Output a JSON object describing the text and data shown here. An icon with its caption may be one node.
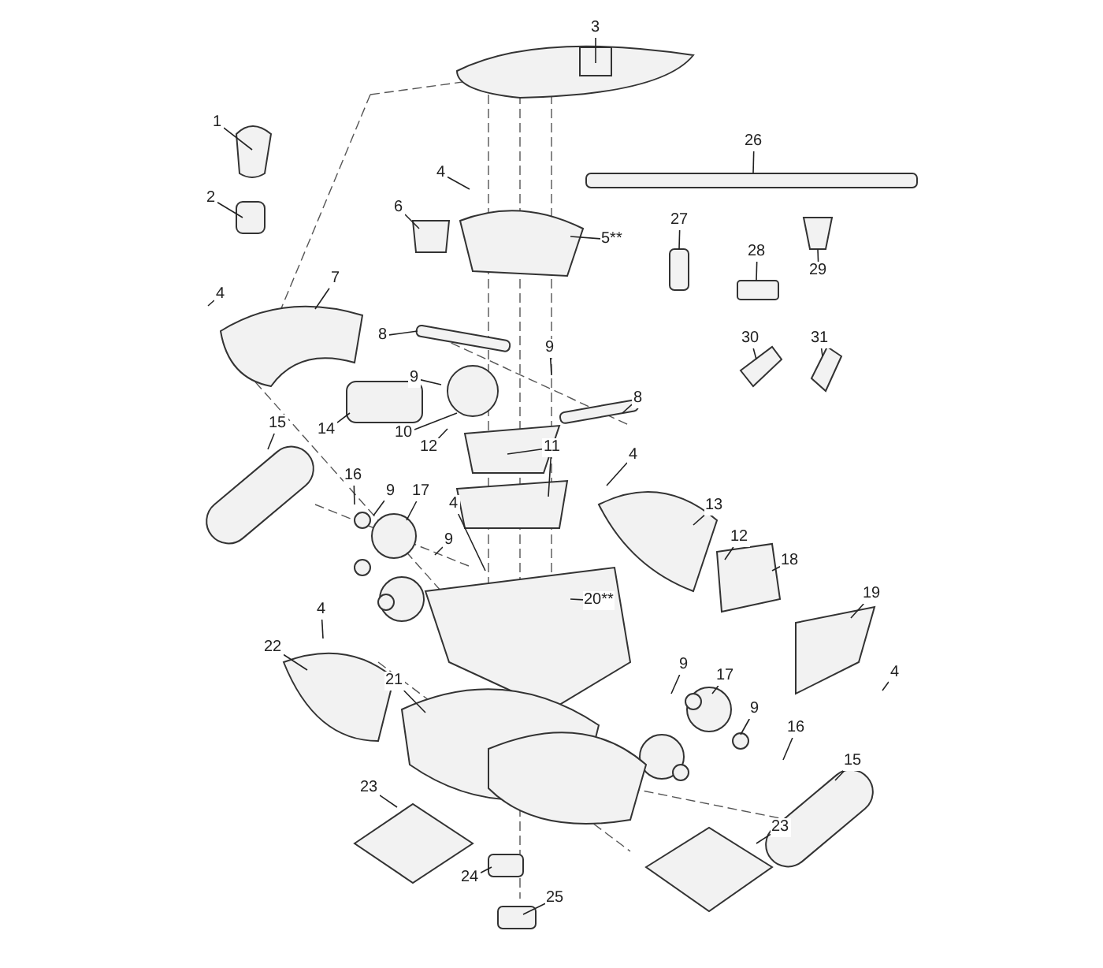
{
  "diagram": {
    "nodes": [
      {
        "text": [
          "1"
        ]
      },
      {
        "text": [
          "2"
        ]
      },
      {
        "text": [
          "3"
        ]
      },
      {
        "text": [
          "4"
        ]
      },
      {
        "text": [
          "4"
        ]
      },
      {
        "text": [
          "6"
        ]
      },
      {
        "text": [
          "5**"
        ]
      },
      {
        "text": [
          "26"
        ]
      },
      {
        "text": [
          "27"
        ]
      },
      {
        "text": [
          "28"
        ]
      },
      {
        "text": [
          "29"
        ]
      },
      {
        "text": [
          "7"
        ]
      },
      {
        "text": [
          "8"
        ]
      },
      {
        "text": [
          "9"
        ]
      },
      {
        "text": [
          "9"
        ]
      },
      {
        "text": [
          "8"
        ]
      },
      {
        "text": [
          "30"
        ]
      },
      {
        "text": [
          "31"
        ]
      },
      {
        "text": [
          "10"
        ]
      },
      {
        "text": [
          "14"
        ]
      },
      {
        "text": [
          "12"
        ]
      },
      {
        "text": [
          "15"
        ]
      },
      {
        "text": [
          "11"
        ]
      },
      {
        "text": [
          "4"
        ]
      },
      {
        "text": [
          "16"
        ]
      },
      {
        "text": [
          "9"
        ]
      },
      {
        "text": [
          "17"
        ]
      },
      {
        "text": [
          "13"
        ]
      },
      {
        "text": [
          "12"
        ]
      },
      {
        "text": [
          "4"
        ]
      },
      {
        "text": [
          "9"
        ]
      },
      {
        "text": [
          "18"
        ]
      },
      {
        "text": [
          "20**"
        ]
      },
      {
        "text": [
          "19"
        ]
      },
      {
        "text": [
          "4"
        ]
      },
      {
        "text": [
          "22"
        ]
      },
      {
        "text": [
          "9"
        ]
      },
      {
        "text": [
          "17"
        ]
      },
      {
        "text": [
          "21"
        ]
      },
      {
        "text": [
          "4"
        ]
      },
      {
        "text": [
          "9"
        ]
      },
      {
        "text": [
          "16"
        ]
      },
      {
        "text": [
          "15"
        ]
      },
      {
        "text": [
          "23"
        ]
      },
      {
        "text": [
          "23"
        ]
      },
      {
        "text": [
          "24"
        ]
      },
      {
        "text": [
          "25"
        ]
      }
    ],
    "edges": [
      {
        "from": 0,
        "to": null,
        "arrow": "none"
      },
      {
        "from": 1,
        "to": null,
        "arrow": "none"
      },
      {
        "from": 2,
        "to": null,
        "arrow": "none"
      },
      {
        "from": 3,
        "to": null,
        "arrow": "none"
      },
      {
        "from": 4,
        "to": null,
        "arrow": "none"
      },
      {
        "from": 5,
        "to": null,
        "arrow": "none"
      },
      {
        "from": 6,
        "to": null,
        "arrow": "none"
      },
      {
        "from": 7,
        "to": null,
        "arrow": "none"
      },
      {
        "from": 8,
        "to": null,
        "arrow": "none"
      },
      {
        "from": 9,
        "to": null,
        "arrow": "none"
      },
      {
        "from": 10,
        "to": null,
        "arrow": "none"
      },
      {
        "from": 11,
        "to": null,
        "arrow": "none"
      },
      {
        "from": 12,
        "to": null,
        "arrow": "none"
      },
      {
        "from": 13,
        "to": null,
        "arrow": "none"
      },
      {
        "from": 14,
        "to": null,
        "arrow": "none"
      },
      {
        "from": 15,
        "to": null,
        "arrow": "none"
      },
      {
        "from": 16,
        "to": null,
        "arrow": "none"
      },
      {
        "from": 17,
        "to": null,
        "arrow": "none"
      },
      {
        "from": 18,
        "to": null,
        "arrow": "none"
      },
      {
        "from": 19,
        "to": null,
        "arrow": "none"
      },
      {
        "from": 20,
        "to": null,
        "arrow": "none"
      },
      {
        "from": 21,
        "to": null,
        "arrow": "none"
      },
      {
        "from": 22,
        "to": null,
        "arrow": "none"
      },
      {
        "from": 22,
        "to": null,
        "arrow": "none"
      },
      {
        "from": 23,
        "to": null,
        "arrow": "none"
      },
      {
        "from": 24,
        "to": null,
        "arrow": "none"
      },
      {
        "from": 25,
        "to": null,
        "arrow": "none"
      },
      {
        "from": 26,
        "to": null,
        "arrow": "none"
      },
      {
        "from": 27,
        "to": null,
        "arrow": "none"
      },
      {
        "from": 28,
        "to": null,
        "arrow": "none"
      },
      {
        "from": 29,
        "to": null,
        "arrow": "none"
      },
      {
        "from": 30,
        "to": null,
        "arrow": "none"
      },
      {
        "from": 31,
        "to": null,
        "arrow": "none"
      },
      {
        "from": 32,
        "to": null,
        "arrow": "none"
      },
      {
        "from": 33,
        "to": null,
        "arrow": "none"
      },
      {
        "from": 34,
        "to": null,
        "arrow": "none"
      },
      {
        "from": 35,
        "to": null,
        "arrow": "none"
      },
      {
        "from": 36,
        "to": null,
        "arrow": "none"
      },
      {
        "from": 37,
        "to": null,
        "arrow": "none"
      },
      {
        "from": 38,
        "to": null,
        "arrow": "none"
      },
      {
        "from": 39,
        "to": null,
        "arrow": "none"
      },
      {
        "from": 40,
        "to": null,
        "arrow": "none"
      },
      {
        "from": 41,
        "to": null,
        "arrow": "none"
      },
      {
        "from": 42,
        "to": null,
        "arrow": "none"
      },
      {
        "from": 43,
        "to": null,
        "arrow": "none"
      },
      {
        "from": 44,
        "to": null,
        "arrow": "none"
      },
      {
        "from": 45,
        "to": null,
        "arrow": "none"
      },
      {
        "from": 46,
        "to": null,
        "arrow": "none"
      }
    ]
  }
}
